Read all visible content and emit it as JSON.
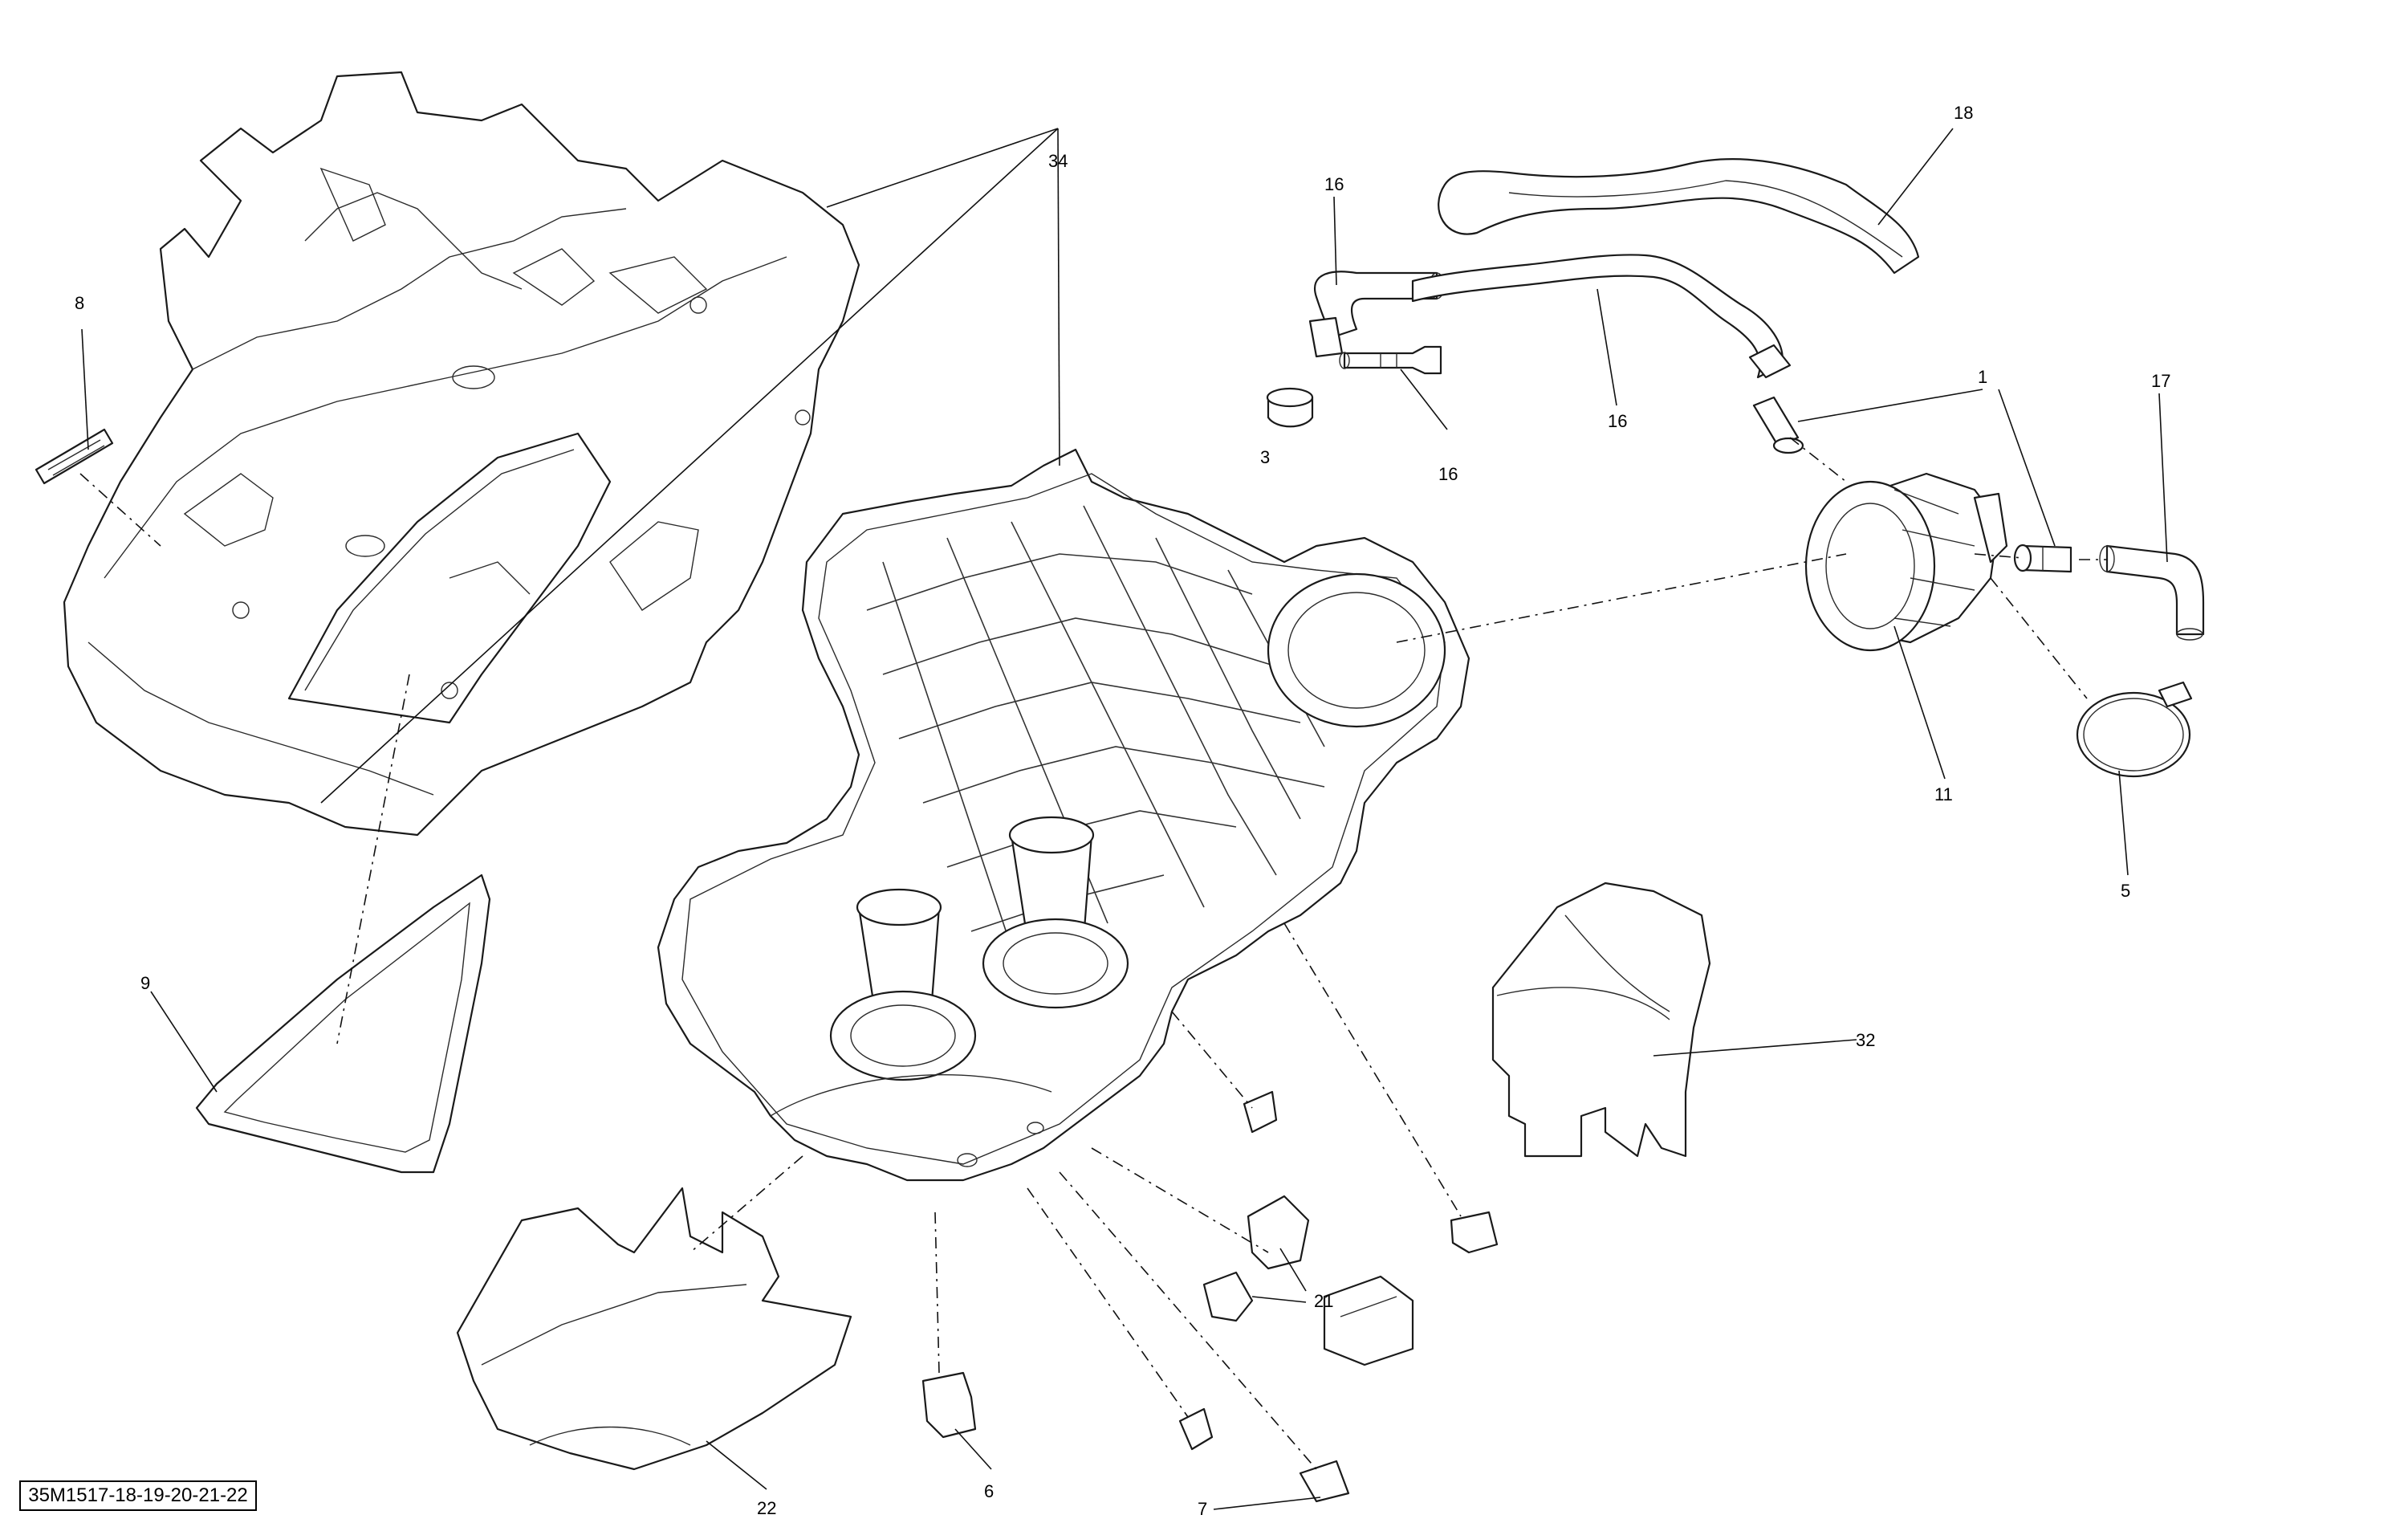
{
  "diagram": {
    "reference_code": "35M1517-18-19-20-21-22",
    "callouts": [
      "1",
      "3",
      "5",
      "6",
      "7",
      "8",
      "9",
      "11",
      "16",
      "16",
      "16",
      "17",
      "18",
      "21",
      "22",
      "32",
      "34"
    ]
  }
}
